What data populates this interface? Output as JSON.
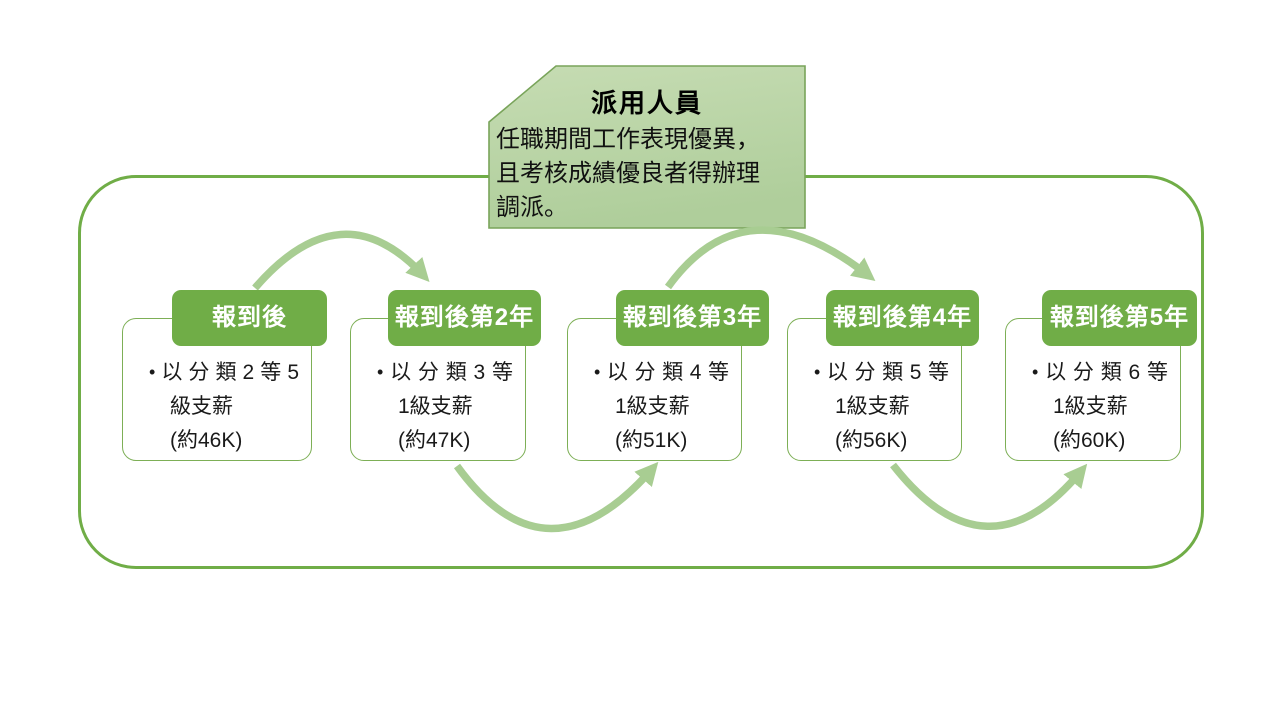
{
  "callout": {
    "title": "派用人員",
    "body_lines": [
      "任職期間工作表現優異，",
      "且考核成績優良者得辦理",
      "調派。"
    ]
  },
  "bullet": "•",
  "stages": [
    {
      "header": "報到後",
      "lines": [
        "以分類2等5",
        "級支薪",
        "(約46K)"
      ]
    },
    {
      "header": "報到後第2年",
      "lines": [
        "以分類3等",
        "1級支薪",
        "(約47K)"
      ]
    },
    {
      "header": "報到後第3年",
      "lines": [
        "以分類4等",
        "1級支薪",
        "(約51K)"
      ]
    },
    {
      "header": "報到後第4年",
      "lines": [
        "以分類5等",
        "1級支薪",
        "(約56K)"
      ]
    },
    {
      "header": "報到後第5年",
      "lines": [
        "以分類6等",
        "1級支薪",
        "(約60K)"
      ]
    }
  ],
  "colors": {
    "strong_green": "#70ad47",
    "light_green_arrow": "#a8cd92",
    "box_border_green": "#7daf56",
    "callout_fill_top": "#c6dcb3",
    "callout_fill_bottom": "#afce9b",
    "callout_border": "#79a45a"
  }
}
